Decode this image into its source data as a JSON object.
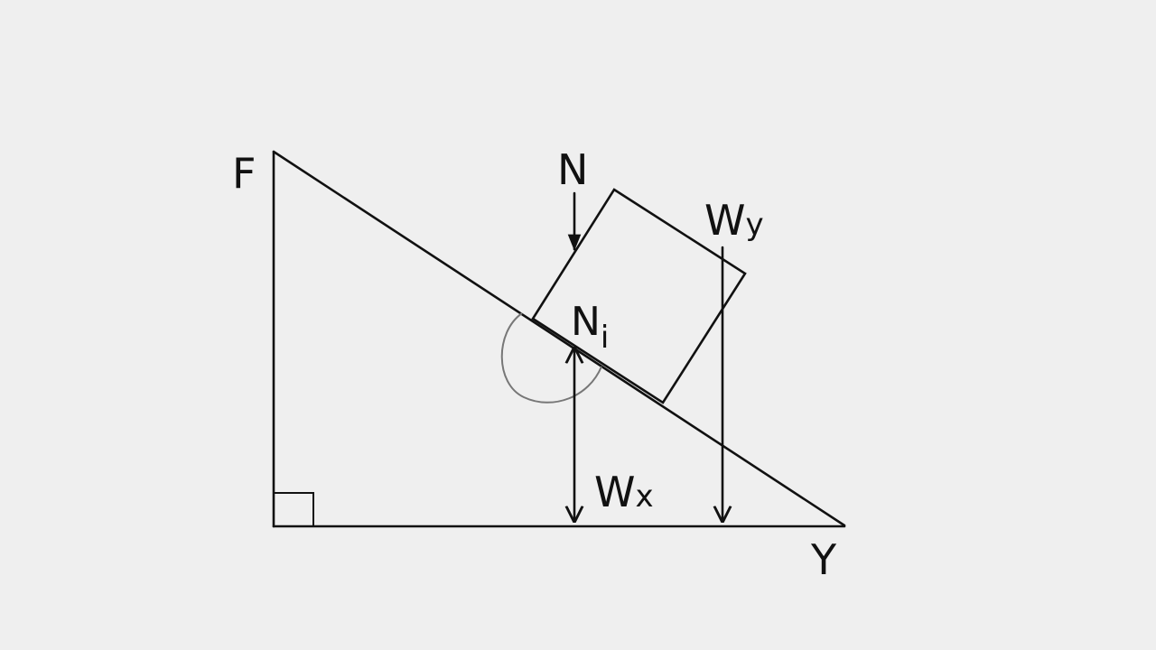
{
  "labels": {
    "F": "F",
    "Y": "Y",
    "N": "N",
    "N1_main": "N",
    "N1_sub": "i",
    "Wx_main": "W",
    "Wx_sub": "x",
    "Wy_main": "W",
    "Wy_sub": "y"
  },
  "colors": {
    "background": "#efefef",
    "line": "#111111",
    "angle_arc": "#777777"
  }
}
